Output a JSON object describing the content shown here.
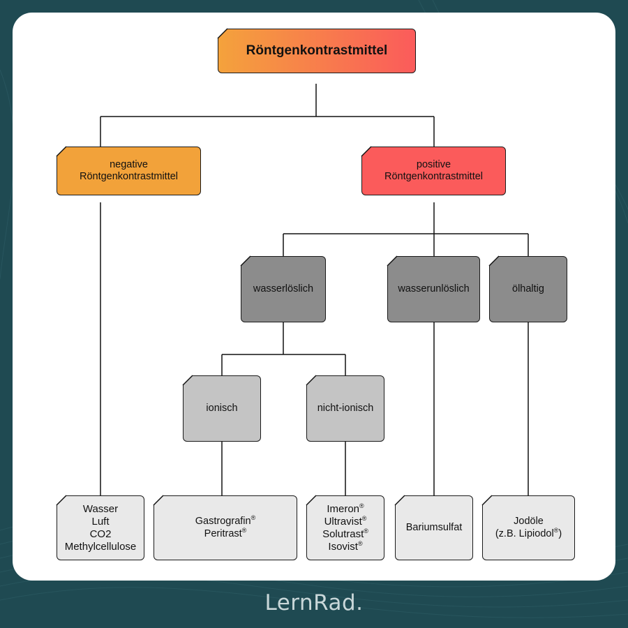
{
  "diagram": {
    "root": "Röntgenkontrastmittel",
    "negative": [
      "negative",
      "Röntgenkontrastmittel"
    ],
    "positive": [
      "positive",
      "Röntgenkontrastmittel"
    ],
    "categories": {
      "water_soluble": "wasserlöslich",
      "water_insoluble": "wasserunlöslich",
      "oil_based": "ölhaltig"
    },
    "subcategories": {
      "ionic": "ionisch",
      "nonionic": "nicht-ionisch"
    },
    "leaves": {
      "negative_agents": [
        "Wasser",
        "Luft",
        "CO2",
        "Methylcellulose"
      ],
      "ionic_agents": [
        "Gastrografin",
        "Peritrast"
      ],
      "nonionic_agents": [
        "Imeron",
        "Ultravist",
        "Solutrast",
        "Isovist"
      ],
      "insoluble_agents": [
        "Bariumsulfat"
      ],
      "oil_agents": [
        "Jodöle",
        "(z.B. Lipiodol"
      ],
      "registered_mark": "®",
      "close_paren": ")"
    }
  },
  "brand": "LernRad."
}
